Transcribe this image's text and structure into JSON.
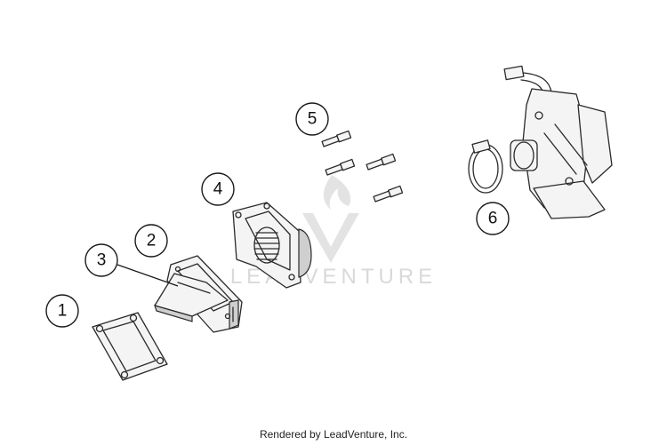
{
  "watermark": {
    "text": "LEADVENTURE"
  },
  "callouts": [
    {
      "id": "1",
      "label": "1"
    },
    {
      "id": "2",
      "label": "2"
    },
    {
      "id": "3",
      "label": "3"
    },
    {
      "id": "4",
      "label": "4"
    },
    {
      "id": "5",
      "label": "5"
    },
    {
      "id": "6",
      "label": "6"
    }
  ],
  "footer": {
    "credit": "Rendered by LeadVenture, Inc."
  }
}
